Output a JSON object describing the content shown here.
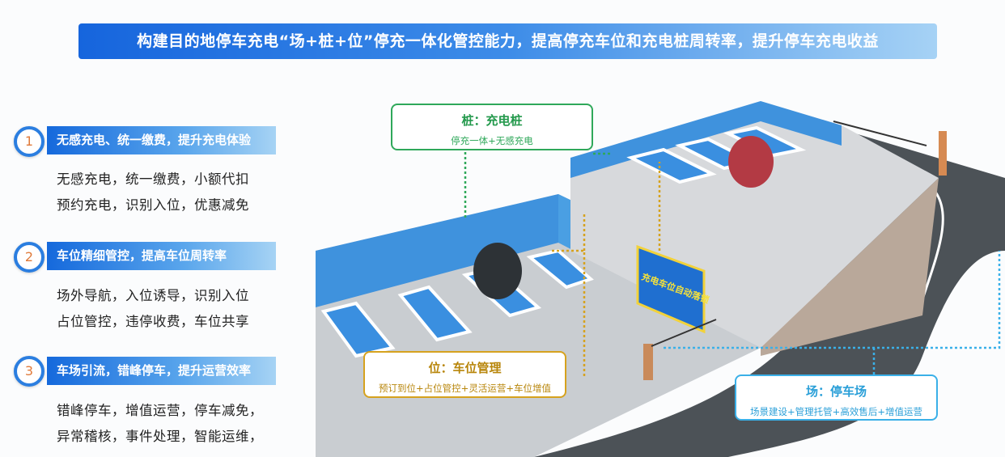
{
  "banner": {
    "title": "构建目的地停车充电“场+桩+位”停充一体化管控能力，提高停充车位和充电桩周转率，提升停车充电收益"
  },
  "items": [
    {
      "number": "1",
      "title": "无感充电、统一缴费，提升充电体验",
      "lines": [
        "无感充电，统一缴费，小额代扣",
        "预约充电，识别入位，优惠减免"
      ]
    },
    {
      "number": "2",
      "title": "车位精细管控，提高车位周转率",
      "lines": [
        "场外导航，入位诱导，识别入位",
        "占位管控，违停收费，车位共享"
      ]
    },
    {
      "number": "3",
      "title": "车场引流，错峰停车，提升运营效率",
      "lines": [
        "错峰停车，增值运营，停车减免，",
        "异常稽核，事件处理，智能运维，"
      ]
    }
  ],
  "callouts": {
    "pile": {
      "title": "桩：充电桩",
      "subtitle": "停充一体+无感充电",
      "color": "#2fa85a"
    },
    "spot": {
      "title": "位：车位管理",
      "subtitle": "预订到位+占位管控+灵活运营+车位增值",
      "color": "#d6a21e"
    },
    "lot": {
      "title": "场：停车场",
      "subtitle": "场景建设+管理托管+高效售后+增值运营",
      "color": "#3ab0e8"
    }
  },
  "scene": {
    "sign_text": "充电车位自动落锁"
  }
}
